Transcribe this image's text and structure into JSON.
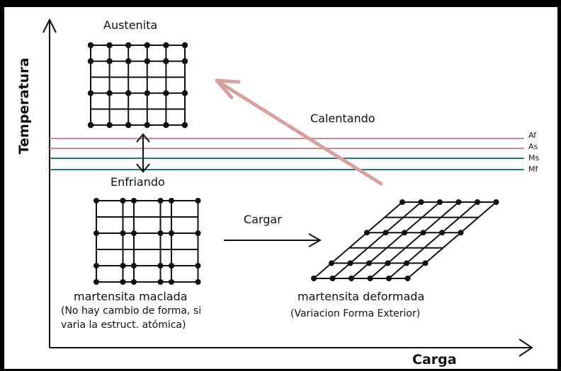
{
  "axes": {
    "y_label": "Temperatura",
    "x_label": "Carga"
  },
  "phases": {
    "austenite": "Austenita",
    "twinned_martensite": "martensita maclada",
    "twinned_note_line1": "(No hay cambio de forma, si",
    "twinned_note_line2": "varia la estruct. atómica)",
    "deformed_martensite": "martensita deformada",
    "deformed_note": "(Variacion Forma Exterior)"
  },
  "processes": {
    "heating": "Calentando",
    "cooling": "Enfriando",
    "loading": "Cargar"
  },
  "temperature_lines": [
    {
      "label": "Af",
      "color": "#c98b8b"
    },
    {
      "label": "As",
      "color": "#c98b8b"
    },
    {
      "label": "Ms",
      "color": "#2f7a78"
    },
    {
      "label": "Mf",
      "color": "#2f7a78"
    }
  ],
  "colors": {
    "heating_arrow": "#d6a1a1",
    "lattice": "#111111"
  }
}
